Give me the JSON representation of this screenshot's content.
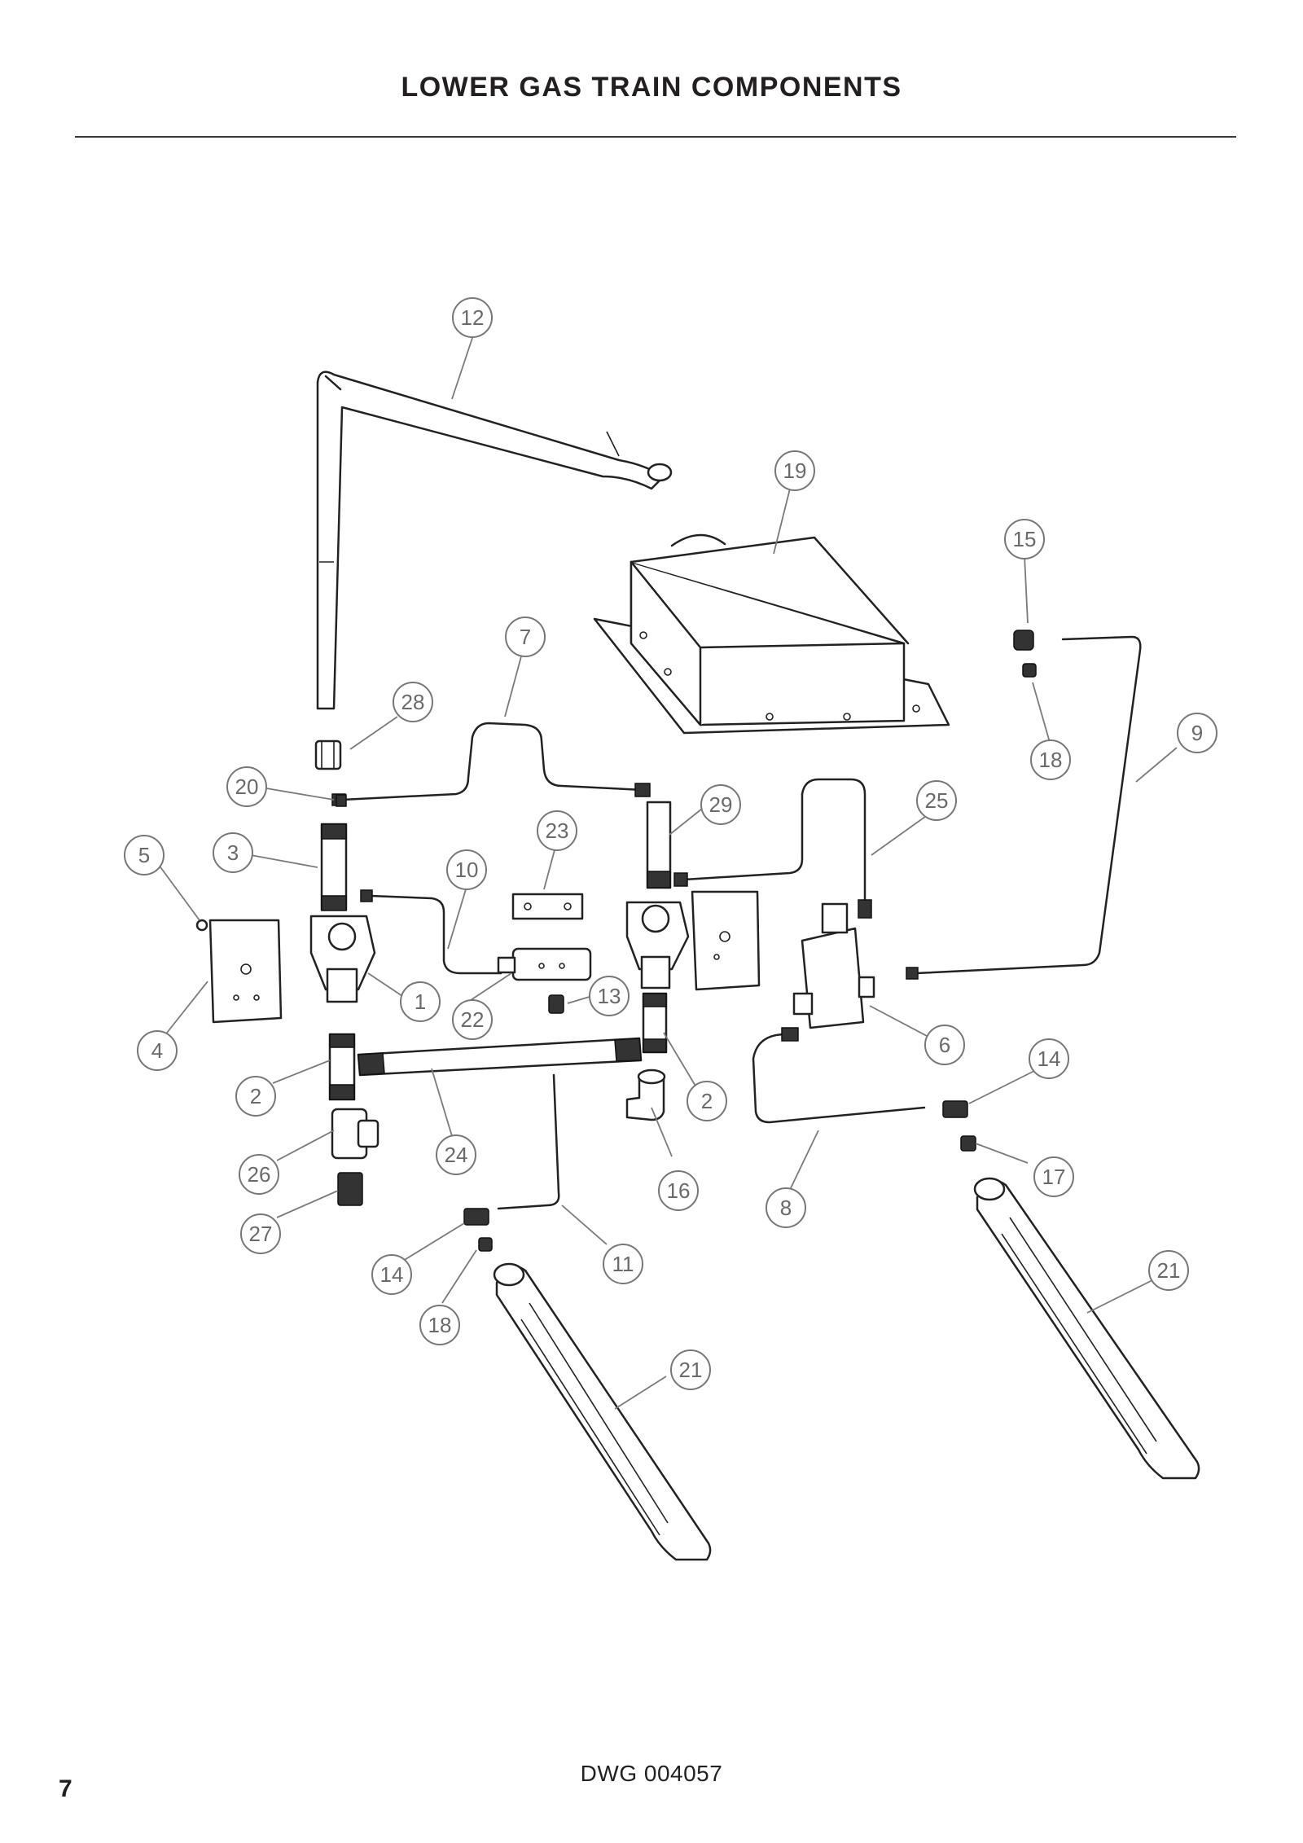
{
  "page": {
    "title": "LOWER GAS TRAIN COMPONENTS",
    "drawing_number": "DWG 004057",
    "page_number": "7"
  },
  "callouts": [
    {
      "label": "12"
    },
    {
      "label": "19"
    },
    {
      "label": "15"
    },
    {
      "label": "7"
    },
    {
      "label": "28"
    },
    {
      "label": "9"
    },
    {
      "label": "18"
    },
    {
      "label": "20"
    },
    {
      "label": "25"
    },
    {
      "label": "29"
    },
    {
      "label": "23"
    },
    {
      "label": "5"
    },
    {
      "label": "3"
    },
    {
      "label": "10"
    },
    {
      "label": "13"
    },
    {
      "label": "1"
    },
    {
      "label": "22"
    },
    {
      "label": "6"
    },
    {
      "label": "4"
    },
    {
      "label": "14"
    },
    {
      "label": "2"
    },
    {
      "label": "2"
    },
    {
      "label": "24"
    },
    {
      "label": "26"
    },
    {
      "label": "16"
    },
    {
      "label": "17"
    },
    {
      "label": "8"
    },
    {
      "label": "27"
    },
    {
      "label": "11"
    },
    {
      "label": "14"
    },
    {
      "label": "21"
    },
    {
      "label": "18"
    },
    {
      "label": "21"
    }
  ]
}
